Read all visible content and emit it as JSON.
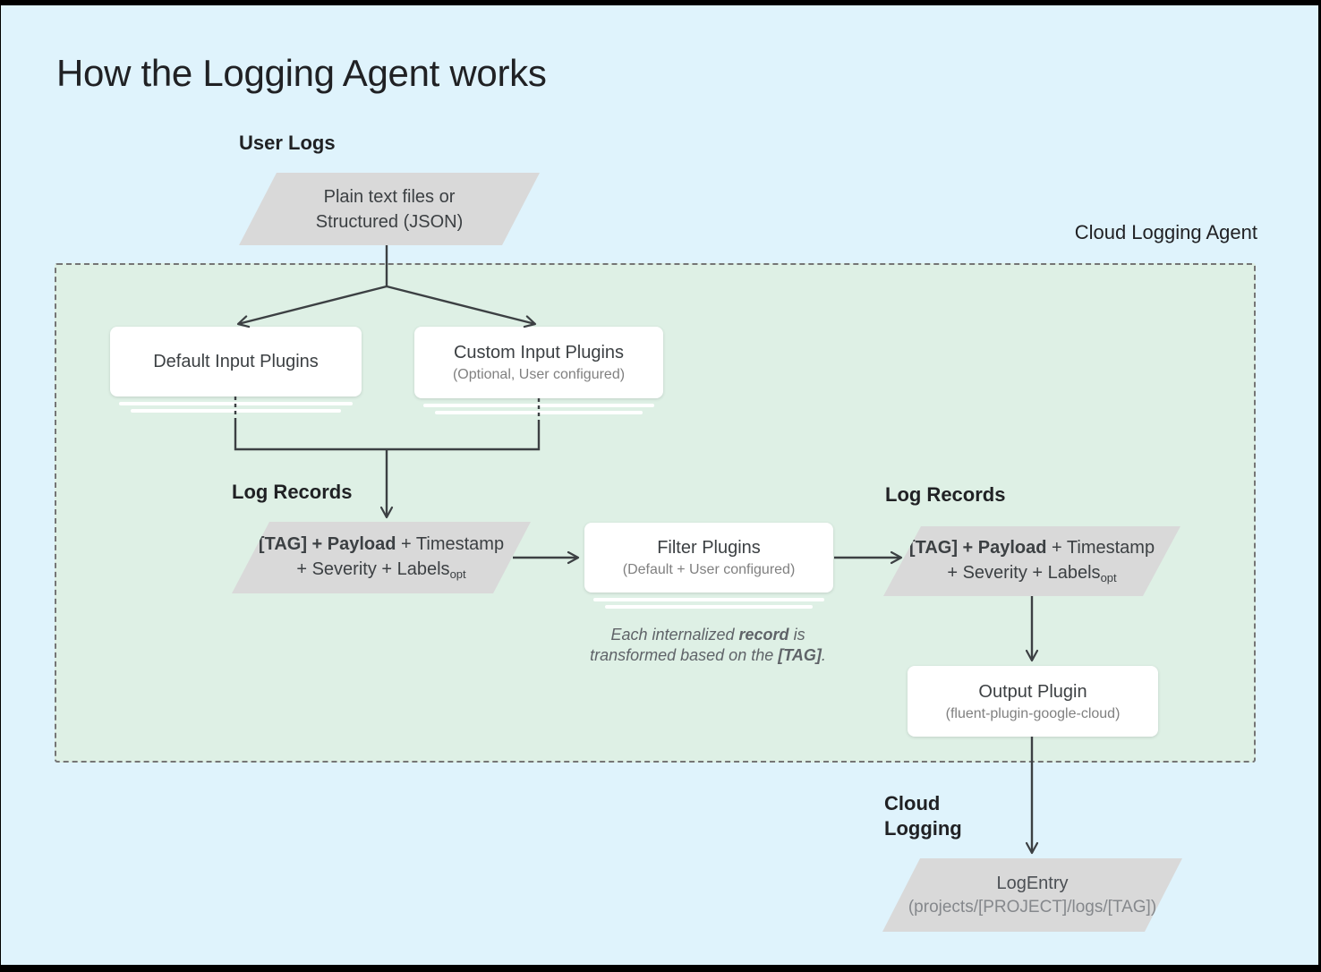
{
  "title": "How the Logging Agent works",
  "labels": {
    "user_logs": "User Logs",
    "cloud_logging_agent": "Cloud Logging Agent",
    "log_records_left": "Log Records",
    "log_records_right": "Log Records",
    "cloud_logging_line1": "Cloud",
    "cloud_logging_line2": "Logging"
  },
  "nodes": {
    "user_input": {
      "line1": "Plain text files or",
      "line2": "Structured (JSON)"
    },
    "default_input_plugins": {
      "title": "Default Input Plugins"
    },
    "custom_input_plugins": {
      "title": "Custom Input Plugins",
      "subtitle": "(Optional, User configured)"
    },
    "log_record_left": {
      "bold": "[TAG] + Payload",
      "after_bold": " + Timestamp",
      "line2": "+ Severity + Labels",
      "subscript": "opt"
    },
    "filter_plugins": {
      "title": "Filter Plugins",
      "subtitle": "(Default + User configured)"
    },
    "log_record_right": {
      "bold": "[TAG] + Payload",
      "after_bold": " + Timestamp",
      "line2": "+ Severity + Labels",
      "subscript": "opt"
    },
    "output_plugin": {
      "title": "Output Plugin",
      "subtitle": "(fluent-plugin-google-cloud)"
    },
    "log_entry": {
      "title": "LogEntry",
      "subtitle": "(projects/[PROJECT]/logs/[TAG])"
    }
  },
  "note": {
    "line1_pre": "Each internalized ",
    "line1_bold": "record",
    "line1_post": " is",
    "line2_pre": "transformed based on the ",
    "line2_bold": "[TAG]",
    "line2_post": "."
  },
  "colors": {
    "background": "#dff3fc",
    "agent_region_fill": "#def0e5",
    "agent_region_border": "#757575",
    "parallelogram_fill": "#d9d9d9",
    "card_fill": "#ffffff",
    "connector": "#3c4043",
    "text_dark": "#202124",
    "text_body": "#3c4043",
    "text_muted": "#808080",
    "frame_bar": "#000000"
  }
}
